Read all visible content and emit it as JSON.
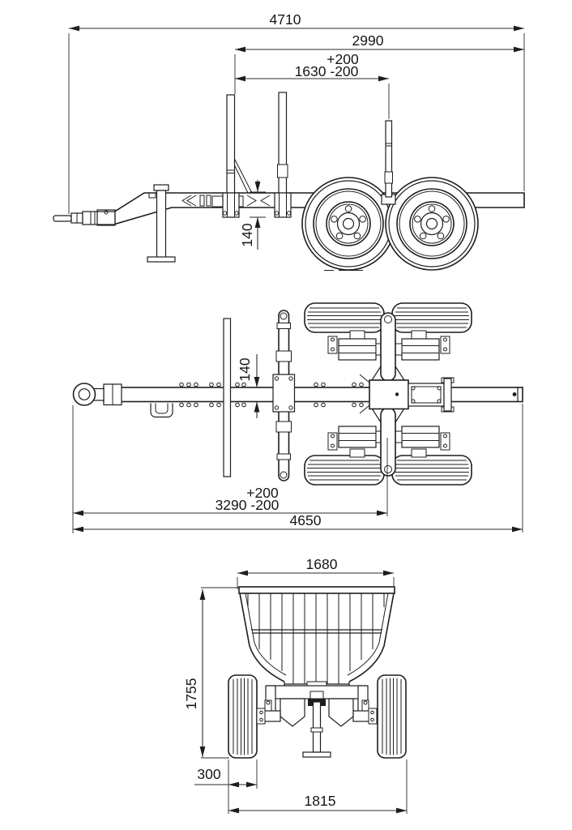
{
  "drawing": {
    "type": "technical-dimension-drawing",
    "subject": "timber-trailer-three-views",
    "colors": {
      "background": "#ffffff",
      "line": "#1d1d1d",
      "dimension": "#2a2a2a"
    },
    "views": {
      "side": "side-view",
      "top": "top-plan-view",
      "rear": "rear-view"
    }
  },
  "dims": {
    "side": {
      "total_length": "4710",
      "front_bunk_to_rear": "2990",
      "tolerance_plus": "+200",
      "bunk_spacing": "1630 -200",
      "frame_height": "140"
    },
    "top": {
      "beam_width": "140",
      "tolerance_plus": "+200",
      "hitch_to_bogie": "3290 -200",
      "total_length": "4650"
    },
    "rear": {
      "bunk_width": "1680",
      "overall_height": "1755",
      "tyre_width": "300",
      "overall_width": "1815"
    }
  }
}
